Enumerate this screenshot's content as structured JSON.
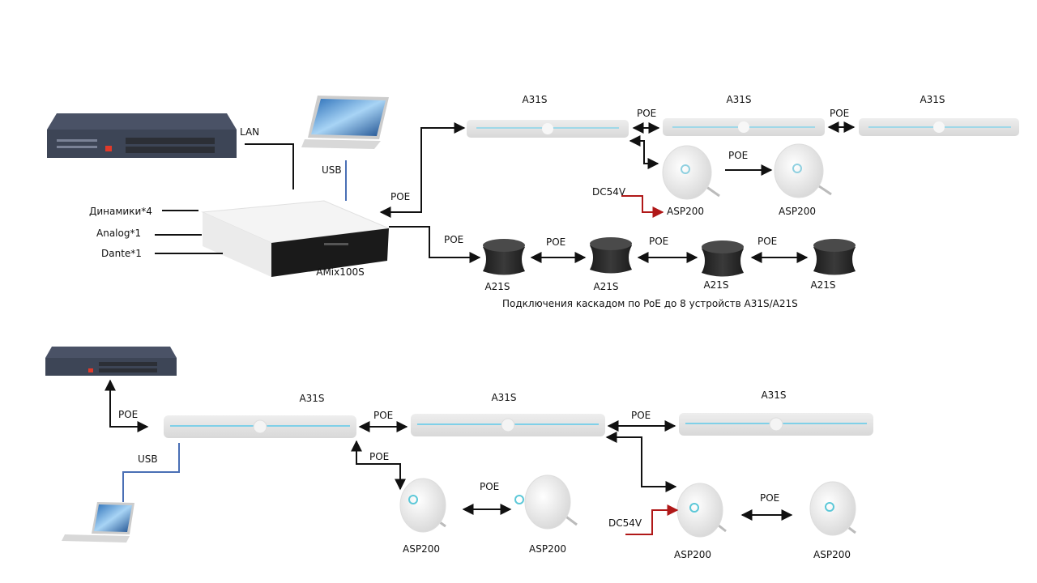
{
  "diagram": {
    "top": {
      "hub": {
        "model": "AMix100S"
      },
      "hub_inputs": [
        "Динамики*4",
        "Analog*1",
        "Dante*1"
      ],
      "links": {
        "lan": "LAN",
        "usb": "USB",
        "poe": "POE",
        "power": "DC54V"
      },
      "ceiling_mics": [
        "A31S",
        "A31S",
        "A31S"
      ],
      "speakers": [
        "ASP200",
        "ASP200"
      ],
      "table_mics": [
        "A21S",
        "A21S",
        "A21S",
        "A21S"
      ],
      "caption": "Подключения каскадом по PoE до 8 устройств A31S/A21S"
    },
    "bottom": {
      "links": {
        "usb": "USB",
        "poe": "POE",
        "power": "DC54V"
      },
      "ceiling_mics": [
        "A31S",
        "A31S",
        "A31S"
      ],
      "speakers": [
        "ASP200",
        "ASP200",
        "ASP200",
        "ASP200"
      ]
    },
    "colors": {
      "line": "#111111",
      "usb_line": "#4a6fb5",
      "power_line": "#b01818",
      "switch_body": "#3d4556",
      "mic_bar": "#e4e4e4",
      "mic_led": "#7fd0e8",
      "a21s_body": "#2a2a2a"
    }
  }
}
